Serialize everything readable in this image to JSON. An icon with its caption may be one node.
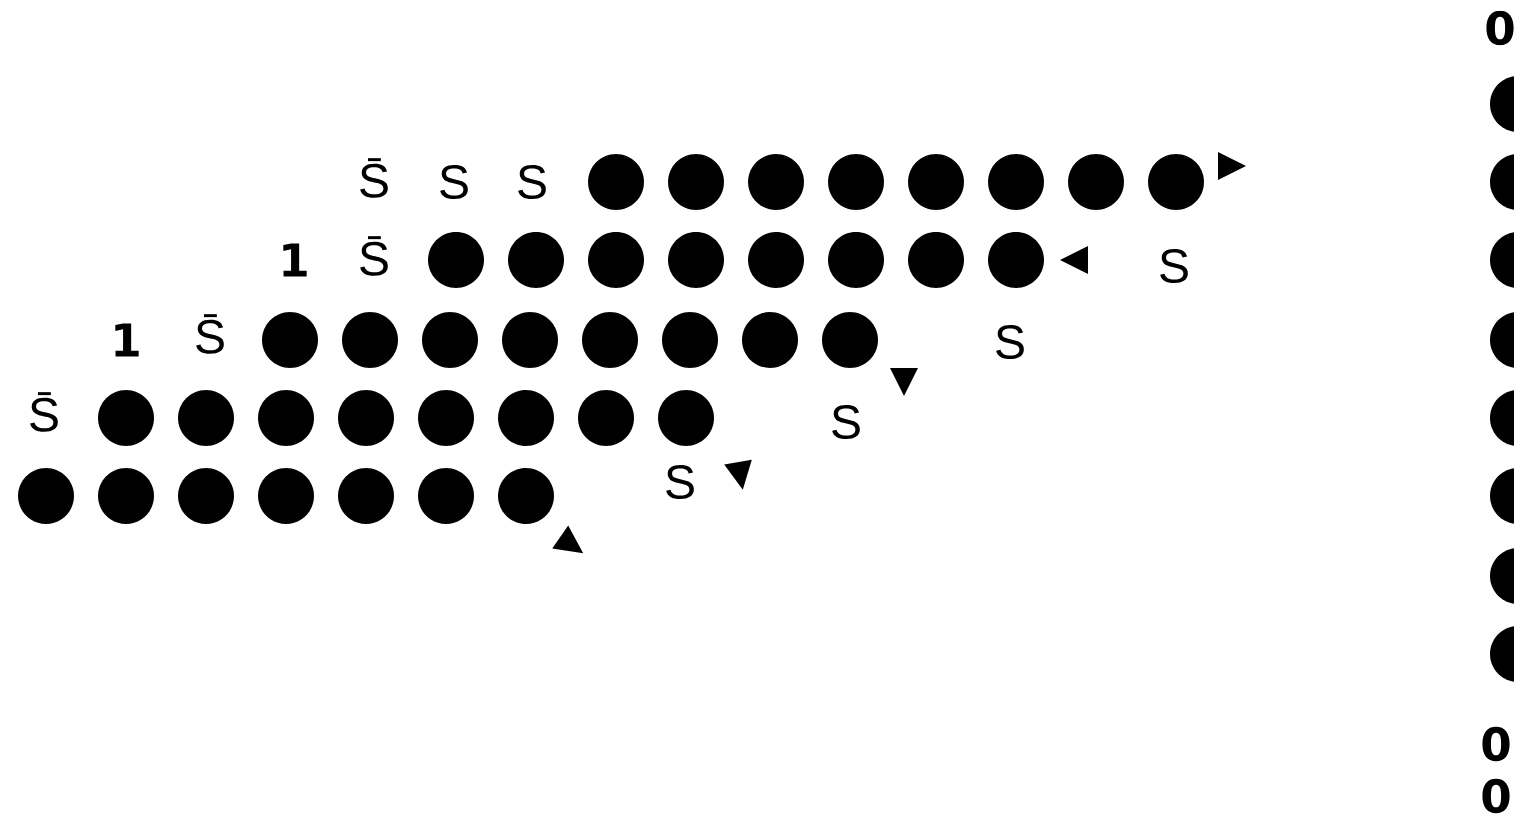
{
  "diagram": {
    "labels": [
      "0",
      "S̄",
      "S",
      "S",
      "1",
      "S̄",
      "S",
      "1",
      "S̄",
      "S",
      "S̄",
      "S",
      "S",
      "0",
      "0"
    ]
  }
}
